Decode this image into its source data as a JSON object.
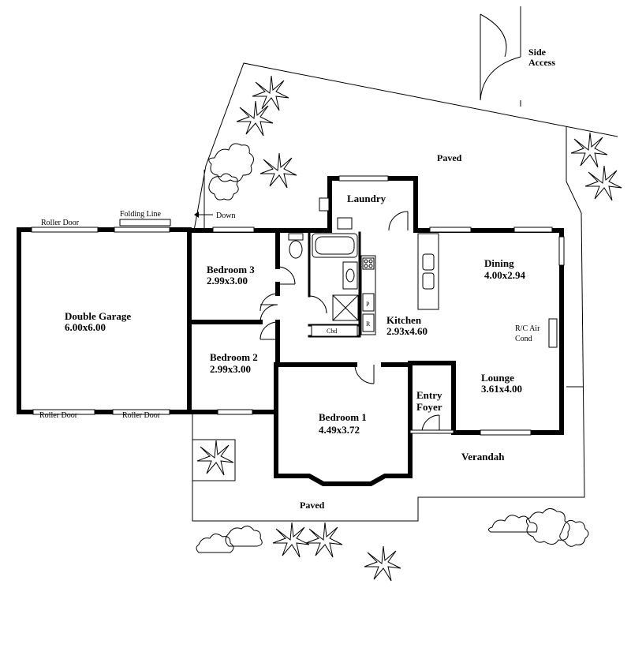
{
  "rooms": {
    "double_garage": {
      "name": "Double Garage",
      "dims": "6.00x6.00"
    },
    "bedroom3": {
      "name": "Bedroom 3",
      "dims": "2.99x3.00"
    },
    "bedroom2": {
      "name": "Bedroom 2",
      "dims": "2.99x3.00"
    },
    "bedroom1": {
      "name": "Bedroom 1",
      "dims": "4.49x3.72"
    },
    "laundry": {
      "name": "Laundry"
    },
    "kitchen": {
      "name": "Kitchen",
      "dims": "2.93x4.60"
    },
    "dining": {
      "name": "Dining",
      "dims": "4.00x2.94"
    },
    "lounge": {
      "name": "Lounge",
      "dims": "3.61x4.00"
    },
    "entry": {
      "line1": "Entry",
      "line2": "Foyer"
    },
    "verandah": {
      "name": "Verandah"
    }
  },
  "labels": {
    "paved_top": "Paved",
    "paved_bottom": "Paved",
    "side_access_1": "Side",
    "side_access_2": "Access",
    "roller_door_top": "Roller Door",
    "roller_door_bottom_left": "Roller Door",
    "roller_door_bottom_right": "Roller Door",
    "folding_line": "Folding Line",
    "down": "Down",
    "rc_air_1": "R/C Air",
    "rc_air_2": "Cond",
    "cbd": "Cbd",
    "fixture_p": "P",
    "fixture_r": "R"
  }
}
